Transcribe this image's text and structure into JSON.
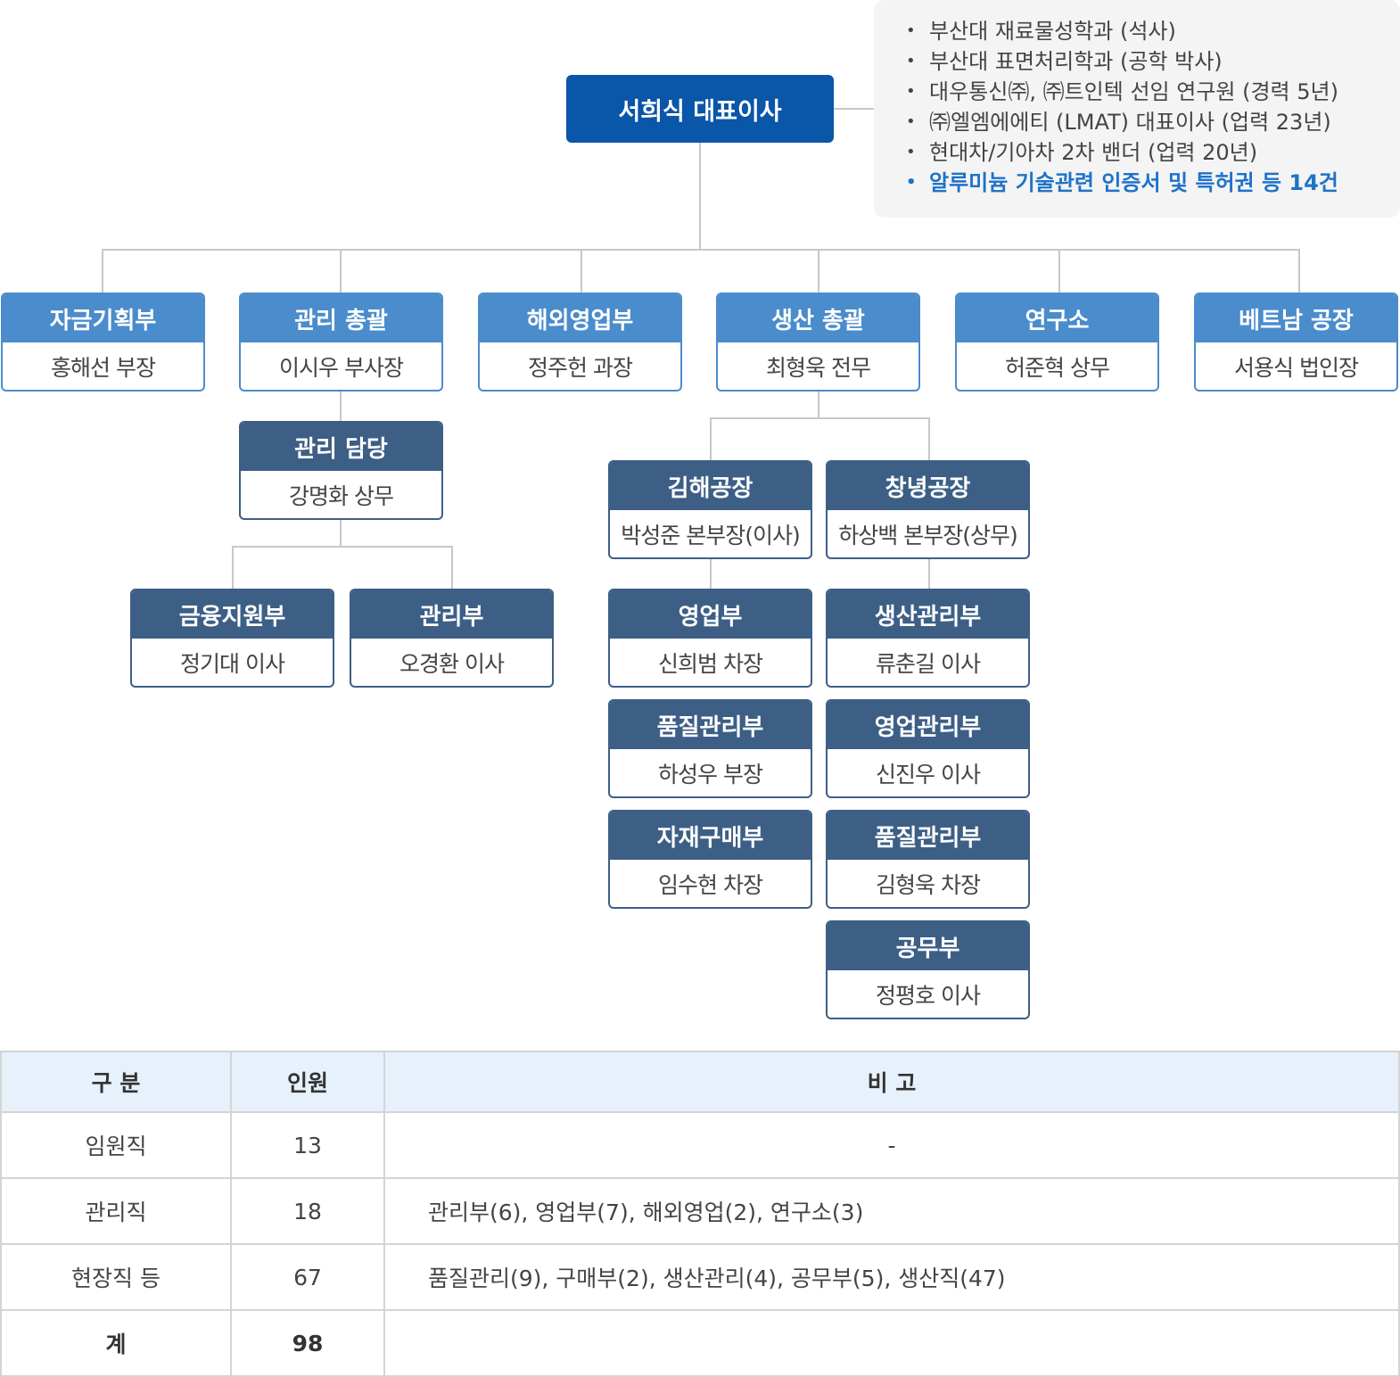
{
  "ceo": {
    "title": "서희식 대표이사"
  },
  "ceo_profile": [
    "부산대 재료물성학과 (석사)",
    "부산대 표면처리학과 (공학 박사)",
    "대우통신㈜, ㈜트인텍 선임 연구원 (경력 5년)",
    "㈜엘엠에에티 (LMAT) 대표이사 (업력 23년)",
    "현대차/기아차 2차 밴더 (업력 20년)",
    "알루미늄 기술관련 인증서 및 특허권 등 14건"
  ],
  "colors": {
    "ceo": "#0a56a8",
    "division": "#4a8ccc",
    "department": "#3d5f86",
    "highlight": "#1e72c8"
  },
  "units": [
    {
      "dept": "자금기획부",
      "head": "홍해선 부장",
      "level": "division"
    },
    {
      "dept": "관리 총괄",
      "head": "이시우 부사장",
      "level": "division"
    },
    {
      "dept": "해외영업부",
      "head": "정주헌 과장",
      "level": "division"
    },
    {
      "dept": "생산 총괄",
      "head": "최형욱 전무",
      "level": "division"
    },
    {
      "dept": "연구소",
      "head": "허준혁 상무",
      "level": "division"
    },
    {
      "dept": "베트남 공장",
      "head": "서용식 법인장",
      "level": "division"
    },
    {
      "dept": "관리 담당",
      "head": "강명화 상무",
      "level": "department"
    },
    {
      "dept": "금융지원부",
      "head": "정기대 이사",
      "level": "department"
    },
    {
      "dept": "관리부",
      "head": "오경환 이사",
      "level": "department"
    },
    {
      "dept": "김해공장",
      "head": "박성준 본부장(이사)",
      "level": "department"
    },
    {
      "dept": "창녕공장",
      "head": "하상백 본부장(상무)",
      "level": "department"
    },
    {
      "dept": "영업부",
      "head": "신희범 차장",
      "level": "department"
    },
    {
      "dept": "생산관리부",
      "head": "류춘길 이사",
      "level": "department"
    },
    {
      "dept": "품질관리부",
      "head": "하성우 부장",
      "level": "department"
    },
    {
      "dept": "영업관리부",
      "head": "신진우 이사",
      "level": "department"
    },
    {
      "dept": "자재구매부",
      "head": "임수현 차장",
      "level": "department"
    },
    {
      "dept": "품질관리부",
      "head": "김형욱 차장",
      "level": "department"
    },
    {
      "dept": "공무부",
      "head": "정평호 이사",
      "level": "department"
    }
  ],
  "table": {
    "headers": [
      "구 분",
      "인원",
      "비 고"
    ],
    "rows": [
      [
        "임원직",
        "13",
        "-"
      ],
      [
        "관리직",
        "18",
        "관리부(6), 영업부(7), 해외영업(2), 연구소(3)"
      ],
      [
        "현장직 등",
        "67",
        "품질관리(9), 구매부(2), 생산관리(4), 공무부(5), 생산직(47)"
      ]
    ],
    "total": [
      "계",
      "98",
      ""
    ]
  }
}
